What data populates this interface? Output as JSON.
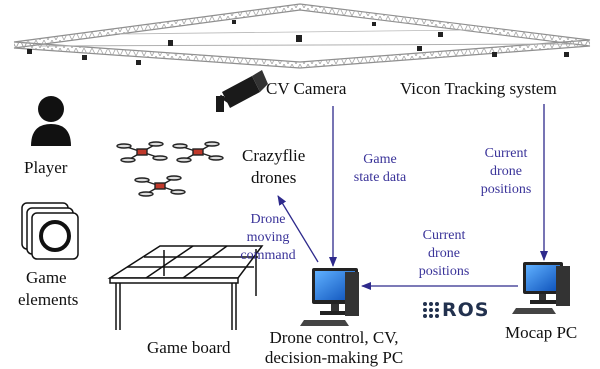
{
  "labels": {
    "cv_camera": "CV Camera",
    "vicon": "Vicon Tracking system",
    "player": "Player",
    "crazyflie_1": "Crazyflie",
    "crazyflie_2": "drones",
    "game_elements_1": "Game",
    "game_elements_2": "elements",
    "game_board": "Game board",
    "drone_pc_1": "Drone control, CV,",
    "drone_pc_2": "decision-making PC",
    "mocap_pc": "Mocap PC",
    "ros": "ROS"
  },
  "edge_labels": {
    "game_state_1": "Game",
    "game_state_2": "state data",
    "current_positions_right_1": "Current",
    "current_positions_right_2": "drone",
    "current_positions_right_3": "positions",
    "current_positions_mid_1": "Current",
    "current_positions_mid_2": "drone",
    "current_positions_mid_3": "positions",
    "drone_cmd_1": "Drone",
    "drone_cmd_2": "moving",
    "drone_cmd_3": "command"
  },
  "colors": {
    "arrow": "#2e2a8c",
    "edge_text": "#3a3399",
    "truss": "#8a8a8a",
    "monitor_screen": "#1e6fd9"
  }
}
